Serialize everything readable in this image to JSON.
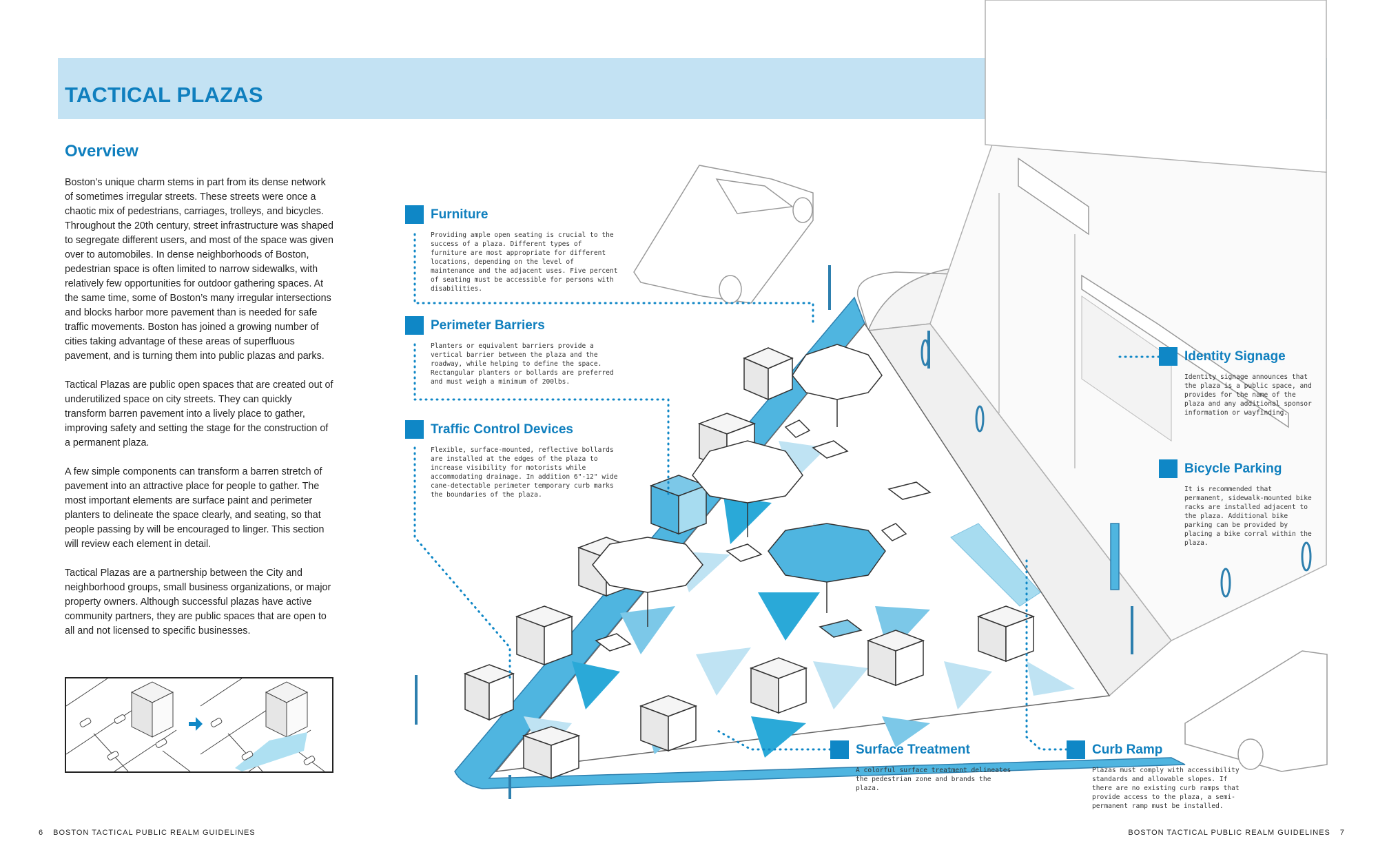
{
  "header": {
    "title": "TACTICAL PLAZAS"
  },
  "overview": {
    "title": "Overview",
    "paragraphs": [
      "Boston’s unique charm stems in part from its dense network of sometimes irregular streets. These streets were once a chaotic mix of pedestrians, carriages, trolleys, and bicycles. Throughout the 20th century, street infrastructure was shaped to segregate different users, and most of the space was given over to automobiles. In dense neighborhoods of Boston, pedestrian space is often limited to narrow sidewalks, with relatively few opportunities for outdoor gathering spaces. At the same time, some of Boston’s many irregular intersections and blocks harbor more pavement than is needed for safe traffic movements. Boston has joined a growing number of cities taking advantage of these areas of superfluous pavement, and is turning them into public plazas and parks.",
      "Tactical Plazas are public open spaces that are created out of underutilized space on city streets. They can quickly transform barren pavement into a lively place to gather, improving safety and setting the stage for the construction of a permanent plaza.",
      "A few simple components can transform a barren stretch of pavement into an attractive place for people to gather. The most important elements are surface paint and perimeter planters to delineate the space clearly, and seating, so that people passing by will be encouraged to linger. This section will review each element in detail.",
      "Tactical Plazas are a partnership between the City and neighborhood groups, small business organizations, or major property owners. Although successful plazas have active community partners, they are public spaces that are open to all and not licensed to specific businesses."
    ]
  },
  "callouts": {
    "furniture": {
      "title": "Furniture",
      "text": "Providing ample open seating is crucial to the success of a plaza. Different types of furniture are most appropriate for different locations, depending on the level of maintenance and the adjacent uses. Five percent of seating must be accessible for persons with disabilities."
    },
    "barriers": {
      "title": "Perimeter Barriers",
      "text": "Planters or equivalent barriers provide a vertical barrier between the plaza and the roadway, while helping to define the space. Rectangular planters or bollards are preferred and must weigh a minimum of 200lbs."
    },
    "traffic": {
      "title": "Traffic Control Devices",
      "text": "Flexible, surface-mounted, reflective bollards are installed at the edges of the plaza to increase visibility for motorists while accommodating drainage. In addition 6\"-12\" wide cane-detectable perimeter temporary curb marks the boundaries of the plaza."
    },
    "signage": {
      "title": "Identity Signage",
      "text": "Identity signage announces that the plaza is a public space, and provides for the name of the plaza and any additional sponsor information or wayfinding."
    },
    "bicycle": {
      "title": "Bicycle Parking",
      "text": "It is recommended that permanent, sidewalk-mounted bike racks are installed adjacent to the plaza. Additional bike parking can be provided by placing a bike corral within the plaza."
    },
    "surface": {
      "title": "Surface Treatment",
      "text": "A colorful surface treatment delineates the pedestrian zone and brands the plaza."
    },
    "curb": {
      "title": "Curb Ramp",
      "text": "Plazas must comply with accessibility standards and allowable slopes. If there are no existing curb ramps that provide access to the plaza, a semi-permanent ramp must be installed."
    }
  },
  "footer": {
    "left_page": "6",
    "left_title": "BOSTON TACTICAL PUBLIC REALM GUIDELINES",
    "right_title": "BOSTON TACTICAL PUBLIC REALM GUIDELINES",
    "right_page": "7"
  },
  "colors": {
    "accent": "#0f7fbe",
    "banner": "#c3e2f3",
    "plaza_light": "#bfe3f3",
    "plaza_mid": "#7cc8e8",
    "plaza_dark": "#2aa9d8"
  }
}
